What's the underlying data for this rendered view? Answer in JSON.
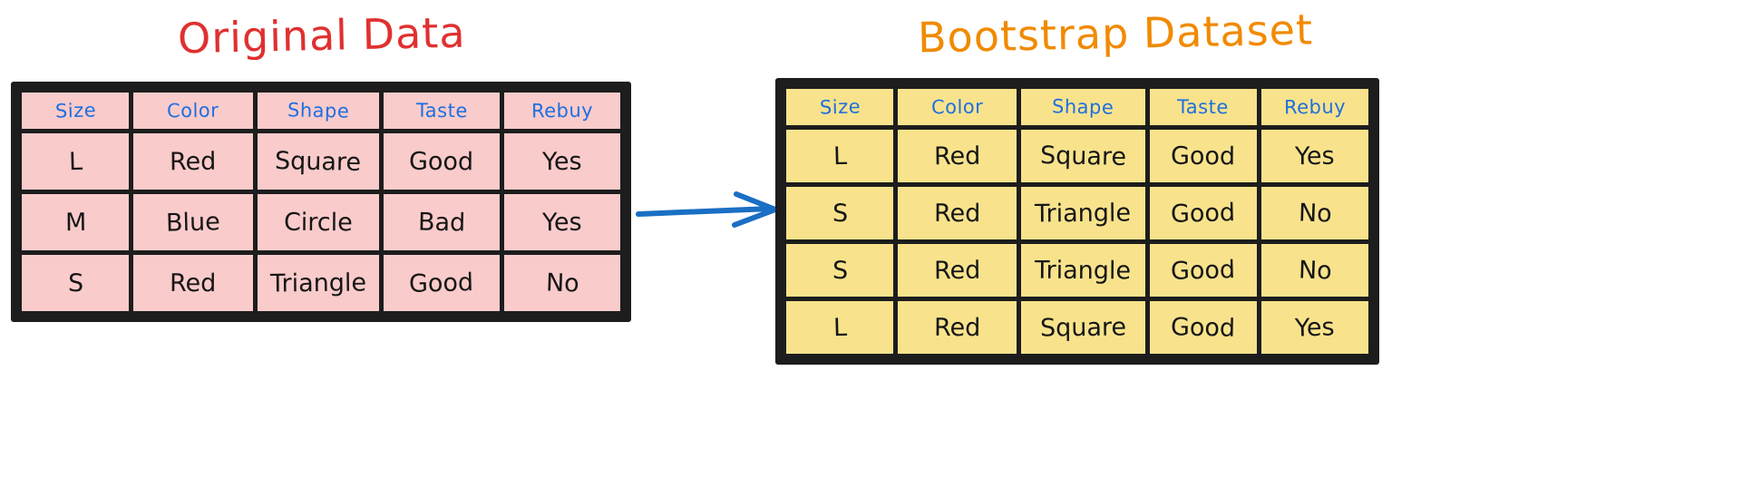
{
  "diagram": {
    "type": "bootstrap-sampling-illustration",
    "background": "#FFFFFF",
    "arrow": {
      "name": "flow-arrow",
      "direction": "left-to-right",
      "color": "#1A6FC4"
    }
  },
  "original_table": {
    "title": "Original Data",
    "title_color": "#E03030",
    "cell_color": "#FACBCB",
    "header_text_color": "#1F6FE0",
    "border_color": "#1D1D1D",
    "columns": [
      "Size",
      "Color",
      "Shape",
      "Taste",
      "Rebuy"
    ],
    "rows": [
      [
        "L",
        "Red",
        "Square",
        "Good",
        "Yes"
      ],
      [
        "M",
        "Blue",
        "Circle",
        "Bad",
        "Yes"
      ],
      [
        "S",
        "Red",
        "Triangle",
        "Good",
        "No"
      ]
    ]
  },
  "bootstrap_table": {
    "title": "Bootstrap Dataset",
    "title_color": "#F18A00",
    "cell_color": "#F8E38C",
    "header_text_color": "#1F6FE0",
    "border_color": "#1D1D1D",
    "columns": [
      "Size",
      "Color",
      "Shape",
      "Taste",
      "Rebuy"
    ],
    "rows": [
      [
        "L",
        "Red",
        "Square",
        "Good",
        "Yes"
      ],
      [
        "S",
        "Red",
        "Triangle",
        "Good",
        "No"
      ],
      [
        "S",
        "Red",
        "Triangle",
        "Good",
        "No"
      ],
      [
        "L",
        "Red",
        "Square",
        "Good",
        "Yes"
      ]
    ]
  }
}
